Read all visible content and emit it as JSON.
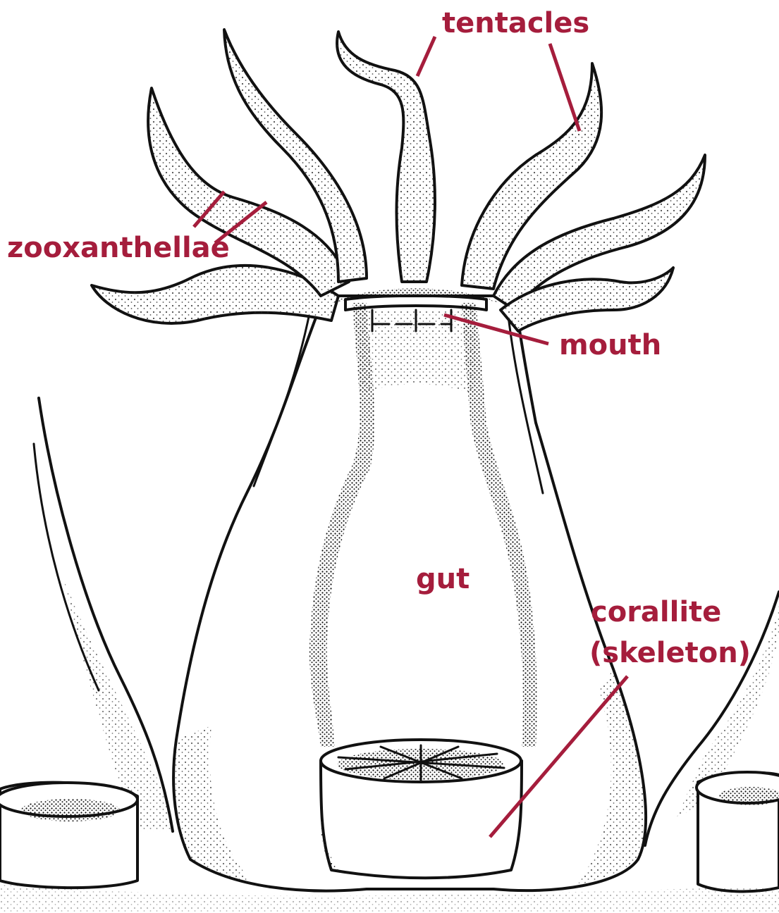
{
  "labels": {
    "tentacles": "tentacles",
    "zooxanthellae": "zooxanthellae",
    "mouth": "mouth",
    "gut": "gut",
    "corallite_line1": "corallite",
    "corallite_line2": "(skeleton)"
  },
  "colors": {
    "label": "#a51d3c",
    "ink": "#111111",
    "background": "#ffffff"
  }
}
